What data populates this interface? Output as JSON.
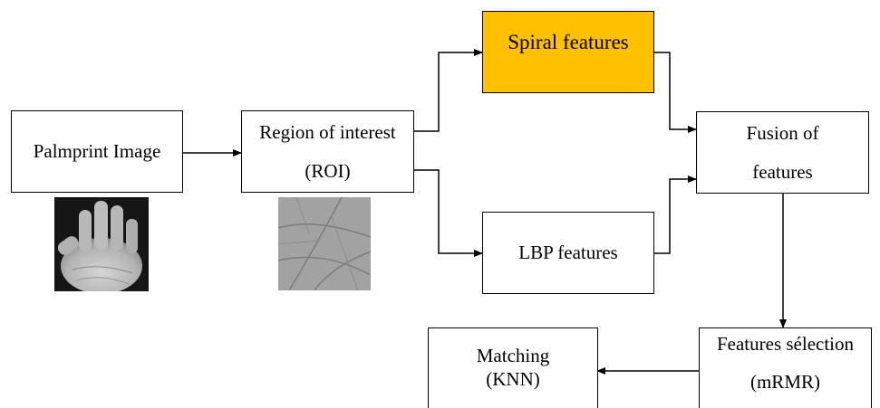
{
  "nodes": {
    "palmprint": {
      "label": "Palmprint Image"
    },
    "roi": {
      "line1": "Region of interest",
      "line2": "(ROI)"
    },
    "spiral": {
      "label": "Spiral features",
      "fill": "#FFC000"
    },
    "lbp": {
      "label": "LBP features"
    },
    "fusion": {
      "line1": "Fusion of",
      "line2": "features"
    },
    "selection": {
      "line1": "Features sélection",
      "line2": "(mRMR)"
    },
    "matching": {
      "line1": "Matching",
      "line2": "(KNN)"
    }
  },
  "images": {
    "hand": "palm-hand-photo",
    "roi_patch": "palm-roi-texture"
  }
}
